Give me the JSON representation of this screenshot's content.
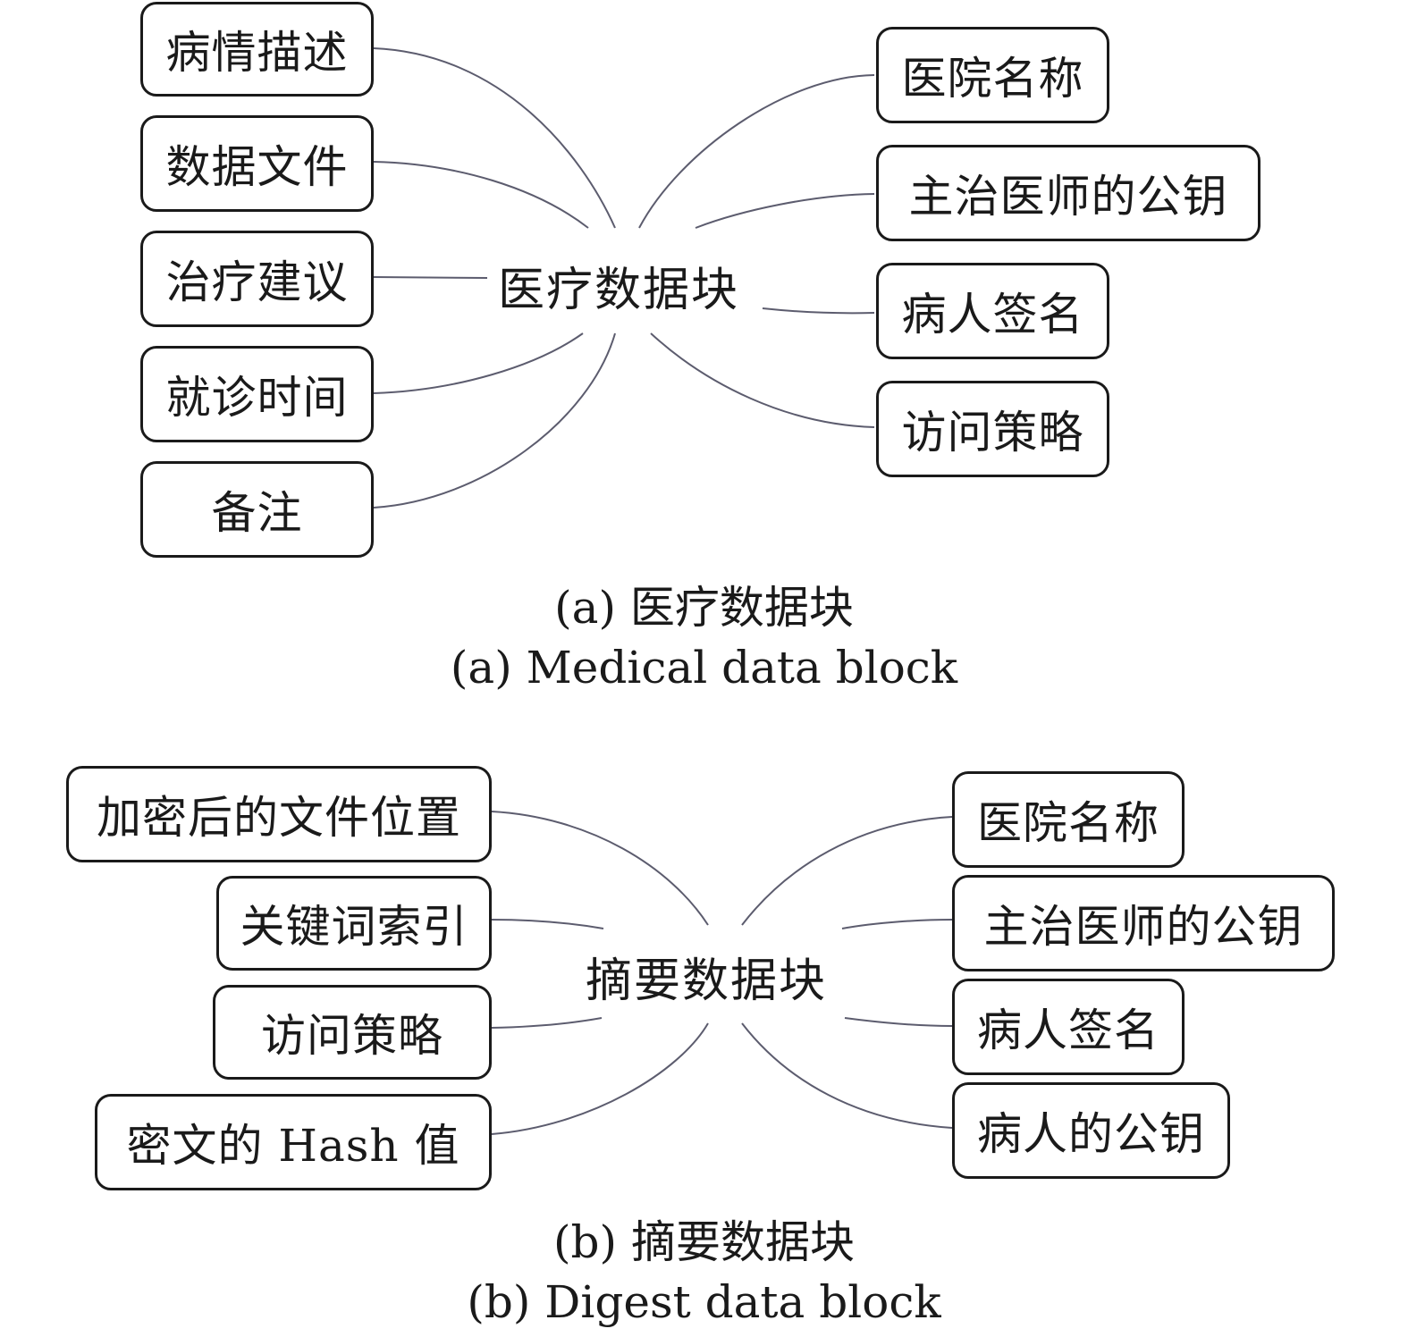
{
  "diagram_a": {
    "center": "医疗数据块",
    "left_nodes": [
      "病情描述",
      "数据文件",
      "治疗建议",
      "就诊时间",
      "备注"
    ],
    "right_nodes": [
      "医院名称",
      "主治医师的公钥",
      "病人签名",
      "访问策略"
    ],
    "caption_cn": "(a) 医疗数据块",
    "caption_en": "(a) Medical data block"
  },
  "diagram_b": {
    "center": "摘要数据块",
    "left_nodes": [
      "加密后的文件位置",
      "关键词索引",
      "访问策略",
      "密文的 Hash 值"
    ],
    "right_nodes": [
      "医院名称",
      "主治医师的公钥",
      "病人签名",
      "病人的公钥"
    ],
    "caption_cn": "(b) 摘要数据块",
    "caption_en": "(b) Digest data block"
  }
}
